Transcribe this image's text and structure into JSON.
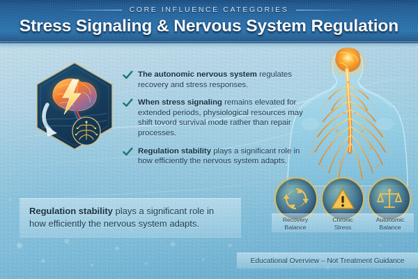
{
  "header": {
    "eyebrow": "CORE INFLUENCE CATEGORIES",
    "title": "Stress Signaling & Nervous System Regulation"
  },
  "bullets": [
    {
      "icon": "check-icon",
      "lead": "The autonomic nervous system",
      "rest": " regulates recovery and stress responses."
    },
    {
      "icon": "check-icon",
      "lead": "When stress signaling",
      "rest": " remains elevated for extended periods, physiological resources may shift tovord survival mode rather than repair processes."
    },
    {
      "icon": "check-icon",
      "lead": "Regulation stability",
      "rest": " plays a significant role in how efficiently the nervous system adapts."
    }
  ],
  "callout": {
    "lead": "Regulation stability",
    "rest": " plays a significant role in how efficiently the nervous system adapts."
  },
  "badges": [
    {
      "icon": "recycle-arrows-icon",
      "label_line1": "Recovery",
      "label_line2": "Balance"
    },
    {
      "icon": "warning-triangle-icon",
      "label_line1": "Chronic",
      "label_line2": "Stress"
    },
    {
      "icon": "balance-scales-icon",
      "label_line1": "Autonomic",
      "label_line2": "Balance"
    }
  ],
  "illustrations": {
    "hexagon": "brain-lightning-hexagon",
    "figure": "human-nervous-system-figure"
  },
  "footer": {
    "text": "Educational Overview – Not Treatment Guidance"
  },
  "colors": {
    "header_blue": "#2a6ca6",
    "background_blue": "#9ccbe0",
    "check_teal": "#1d7a6e",
    "badge_gold": "#e9ba54",
    "body_text": "#1d3c52",
    "nerve_orange": "#f3922a"
  }
}
